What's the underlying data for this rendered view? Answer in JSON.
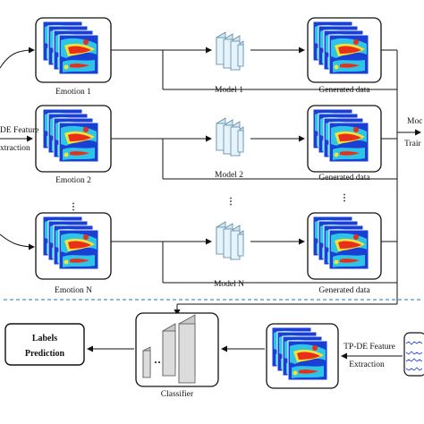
{
  "diagram": {
    "emotions": [
      "Emotion 1",
      "Emotion 2",
      "Emotion N"
    ],
    "models": [
      "Model 1",
      "Model 2",
      "Model N"
    ],
    "generated_label": "Generated data",
    "feature_extraction_left": [
      "DE Feature",
      "xtraction"
    ],
    "model_training_right": [
      "Moc",
      "Trair"
    ],
    "classifier_label": "Classifier",
    "labels_prediction": [
      "Labels",
      "Prediction"
    ],
    "tp_de_feature": [
      "TP-DE Feature",
      "Extraction"
    ],
    "ellipsis": "⋮"
  },
  "colors": {
    "border": "#111111",
    "dashed_divider": "#4a8fc9",
    "model_block": "#cfe6f3",
    "model_block_edge": "#5a8aa8",
    "heatmap_low": "#1a3fd4",
    "heatmap_mid": "#2ec4e8",
    "heatmap_hot": "#e83018",
    "heatmap_warm": "#f2e23a"
  }
}
